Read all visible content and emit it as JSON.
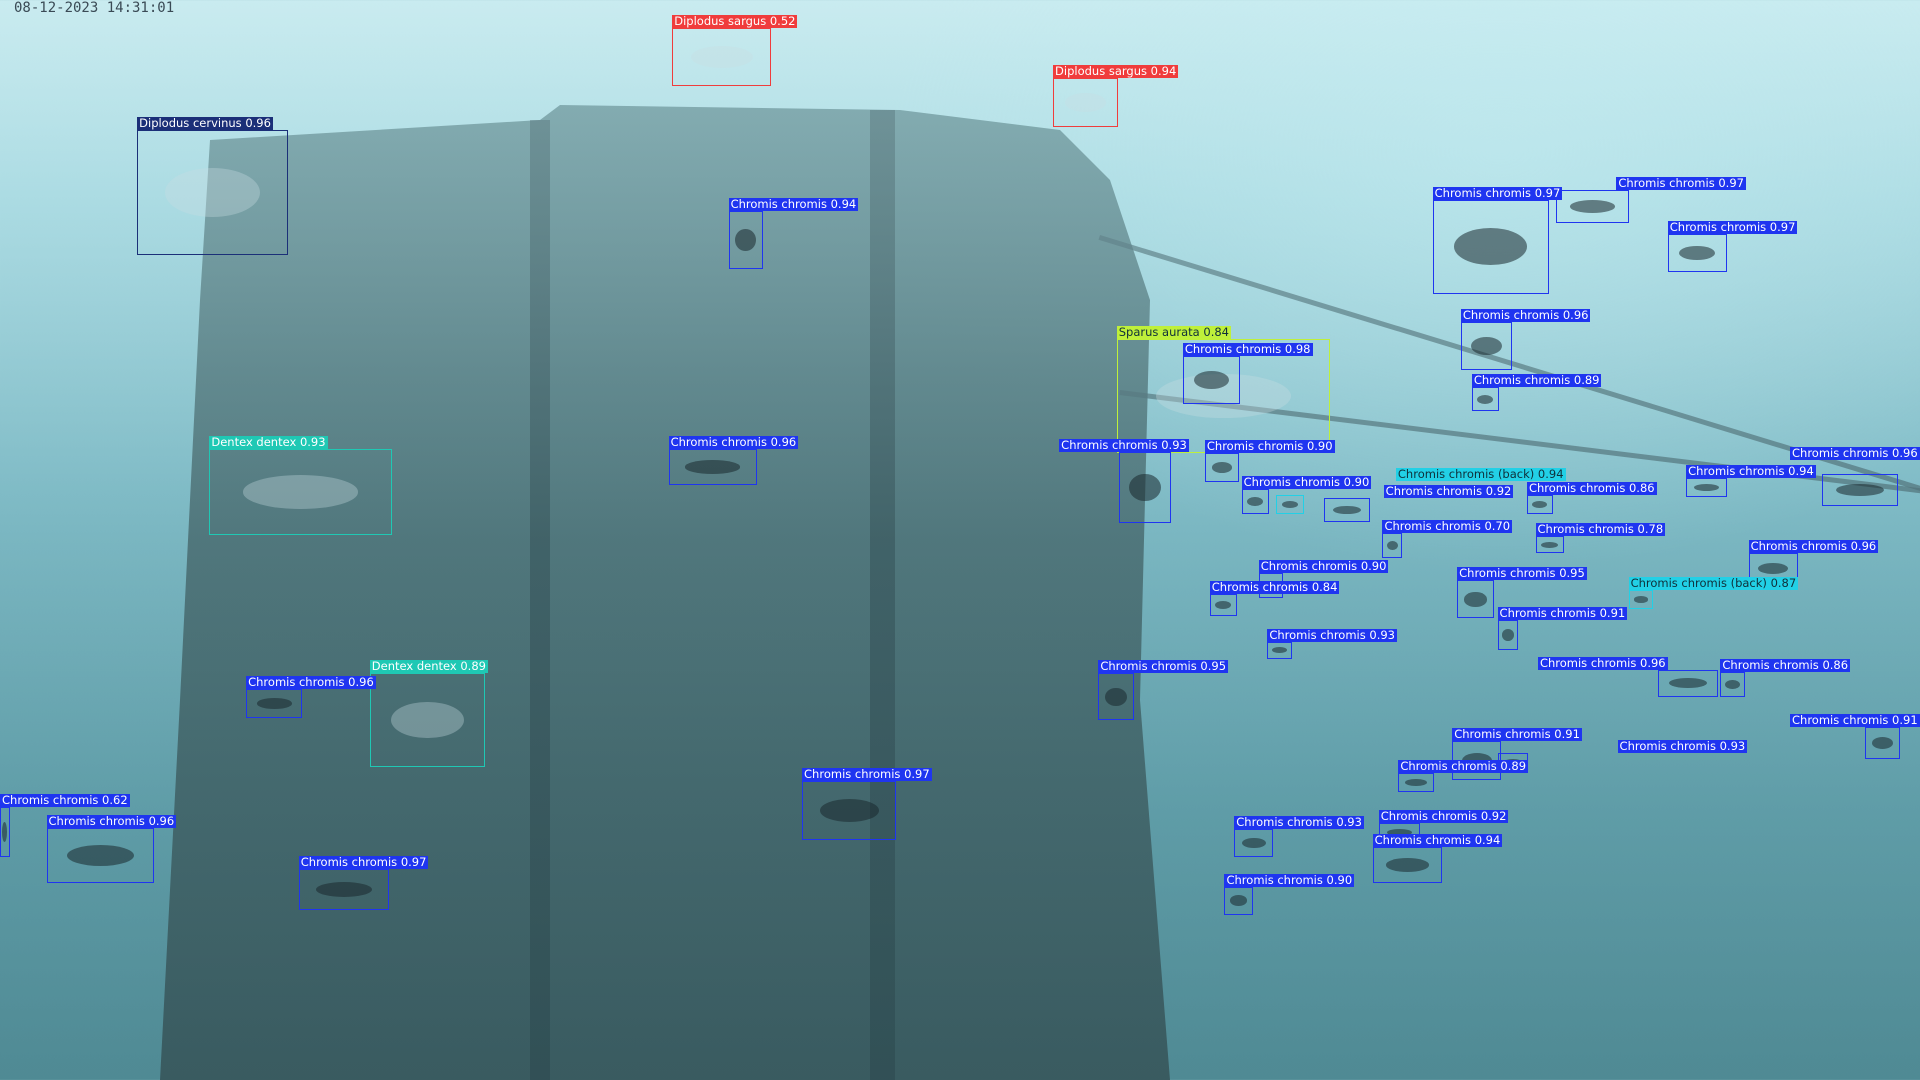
{
  "timestamp": "08-12-2023 14:31:01",
  "colors": {
    "chromis": "#1f35f0",
    "chromis_back": "#22d0e6",
    "dentex": "#1fc8b4",
    "sargus": "#f03c3c",
    "aurata": "#bff03a",
    "cervinus": "#1b2f78"
  },
  "detections": [
    {
      "species": "Diplodus sargus",
      "confidence": "0.52",
      "cls": "sargus"
    },
    {
      "species": "Diplodus sargus",
      "confidence": "0.94",
      "cls": "sargus"
    },
    {
      "species": "Diplodus cervinus",
      "confidence": "0.96",
      "cls": "cervinus"
    },
    {
      "species": "Chromis chromis",
      "confidence": "0.94",
      "cls": "chromis"
    },
    {
      "species": "Chromis chromis",
      "confidence": "0.97",
      "cls": "chromis"
    },
    {
      "species": "Chromis chromis",
      "confidence": "0.97",
      "cls": "chromis"
    },
    {
      "species": "Chromis chromis",
      "confidence": "0.97",
      "cls": "chromis"
    },
    {
      "species": "Chromis chromis",
      "confidence": "0.96",
      "cls": "chromis"
    },
    {
      "species": "Chromis chromis",
      "confidence": "0.89",
      "cls": "chromis"
    },
    {
      "species": "Sparus aurata",
      "confidence": "0.84",
      "cls": "aurata"
    },
    {
      "species": "Chromis chromis",
      "confidence": "0.98",
      "cls": "chromis"
    },
    {
      "species": "Dentex dentex",
      "confidence": "0.93",
      "cls": "dentex"
    },
    {
      "species": "Chromis chromis",
      "confidence": "0.96",
      "cls": "chromis"
    },
    {
      "species": "Chromis chromis",
      "confidence": "0.90",
      "cls": "chromis"
    },
    {
      "species": "Chromis chromis",
      "confidence": "0.93",
      "cls": "chromis"
    },
    {
      "species": "Chromis chromis",
      "confidence": "0.90",
      "cls": "chromis"
    },
    {
      "species": "Chromis chromis",
      "confidence": "0.92",
      "cls": "chromis"
    },
    {
      "species": "Chromis chromis (back)",
      "confidence": "0.94",
      "cls": "chromis_back"
    },
    {
      "species": "Chromis chromis",
      "confidence": "0.70",
      "cls": "chromis"
    },
    {
      "species": "Chromis chromis",
      "confidence": "0.86",
      "cls": "chromis"
    },
    {
      "species": "Chromis chromis",
      "confidence": "0.78",
      "cls": "chromis"
    },
    {
      "species": "Chromis chromis",
      "confidence": "0.94",
      "cls": "chromis"
    },
    {
      "species": "Chromis chromis",
      "confidence": "0.96",
      "cls": "chromis"
    },
    {
      "species": "Chromis chromis",
      "confidence": "0.96",
      "cls": "chromis"
    },
    {
      "species": "Chromis chromis (back)",
      "confidence": "0.87",
      "cls": "chromis_back"
    },
    {
      "species": "Chromis chromis",
      "confidence": "0.95",
      "cls": "chromis"
    },
    {
      "species": "Chromis chromis",
      "confidence": "0.91",
      "cls": "chromis"
    },
    {
      "species": "Chromis chromis",
      "confidence": "0.90",
      "cls": "chromis"
    },
    {
      "species": "Chromis chromis",
      "confidence": "0.84",
      "cls": "chromis"
    },
    {
      "species": "Chromis chromis",
      "confidence": "0.93",
      "cls": "chromis"
    },
    {
      "species": "Chromis chromis",
      "confidence": "0.95",
      "cls": "chromis"
    },
    {
      "species": "Chromis chromis",
      "confidence": "0.86",
      "cls": "chromis"
    },
    {
      "species": "Chromis chromis",
      "confidence": "0.96",
      "cls": "chromis"
    },
    {
      "species": "Chromis chromis",
      "confidence": "0.91",
      "cls": "chromis"
    },
    {
      "species": "Chromis chromis",
      "confidence": "0.91",
      "cls": "chromis"
    },
    {
      "species": "Chromis chromis",
      "confidence": "0.93",
      "cls": "chromis"
    },
    {
      "species": "Chromis chromis",
      "confidence": "0.89",
      "cls": "chromis"
    },
    {
      "species": "Chromis chromis",
      "confidence": "0.92",
      "cls": "chromis"
    },
    {
      "species": "Chromis chromis",
      "confidence": "0.94",
      "cls": "chromis"
    },
    {
      "species": "Chromis chromis",
      "confidence": "0.93",
      "cls": "chromis"
    },
    {
      "species": "Chromis chromis",
      "confidence": "0.90",
      "cls": "chromis"
    },
    {
      "species": "Chromis chromis",
      "confidence": "0.96",
      "cls": "chromis"
    },
    {
      "species": "Dentex dentex",
      "confidence": "0.89",
      "cls": "dentex"
    },
    {
      "species": "Chromis chromis",
      "confidence": "0.97",
      "cls": "chromis"
    },
    {
      "species": "Chromis chromis",
      "confidence": "0.62",
      "cls": "chromis"
    },
    {
      "species": "Chromis chromis",
      "confidence": "0.96",
      "cls": "chromis"
    },
    {
      "species": "Chromis chromis",
      "confidence": "0.97",
      "cls": "chromis"
    }
  ]
}
